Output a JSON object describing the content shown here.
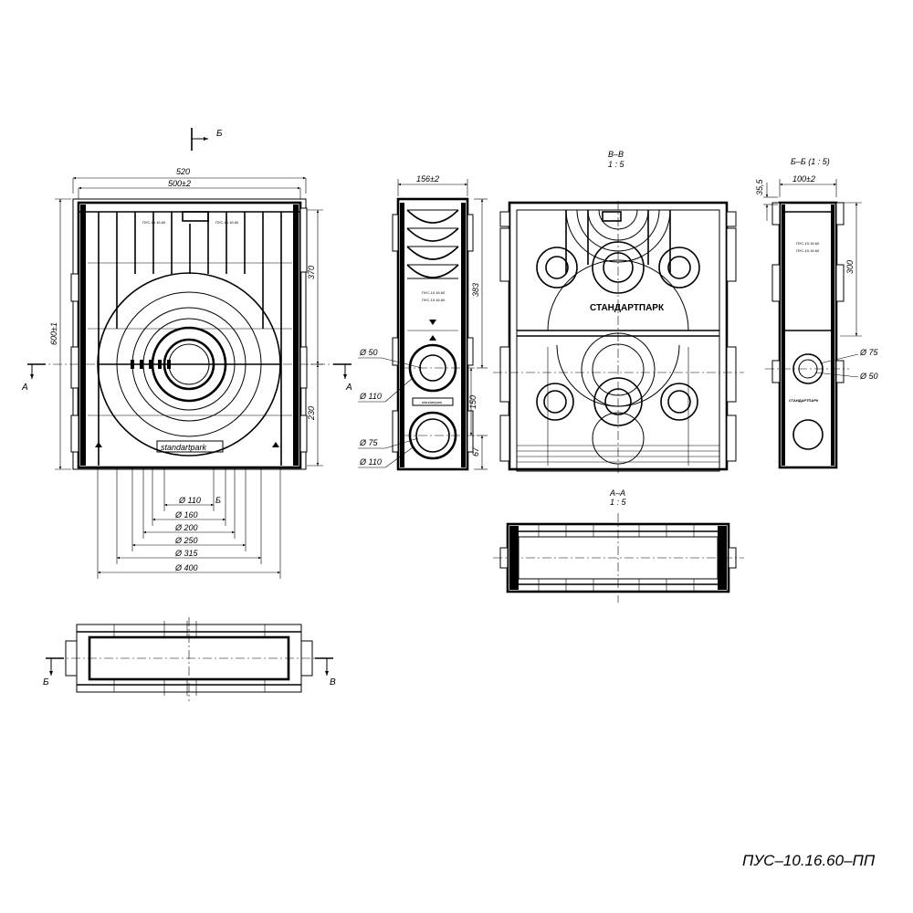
{
  "drawing_code": "ПУС–10.16.60–ПП",
  "front_view": {
    "dims": {
      "width_outer": "520",
      "width_inner": "500±2",
      "height": "600±1",
      "upper": "370",
      "lower": "230",
      "d110": "Ø 110",
      "d160": "Ø 160",
      "d200": "Ø 200",
      "d250": "Ø 250",
      "d315": "Ø 315",
      "d400": "Ø 400"
    },
    "section_a": "А",
    "section_b": "Б",
    "logo": "standartpark"
  },
  "side_view": {
    "dims": {
      "width": "156±2",
      "h383": "383",
      "h150": "150",
      "h67": "67",
      "d50": "Ø 50",
      "d110a": "Ø 110",
      "d75": "Ø 75",
      "d110b": "Ø 110"
    },
    "logo": "standartpark"
  },
  "section_vv": {
    "title": "В–В",
    "scale": "1 : 5",
    "logo": "СТАНДАРТПАРК"
  },
  "section_bb": {
    "title": "Б–Б (1 : 5)",
    "dims": {
      "width": "100±2",
      "h35": "35,5",
      "h300": "300",
      "d75": "Ø 75",
      "d50": "Ø 50"
    },
    "logo": "СТАНДАРТПАРК"
  },
  "section_aa": {
    "title": "А–А",
    "scale": "1 : 5"
  },
  "plan_view": {
    "section_b": "Б",
    "section_v": "В"
  }
}
